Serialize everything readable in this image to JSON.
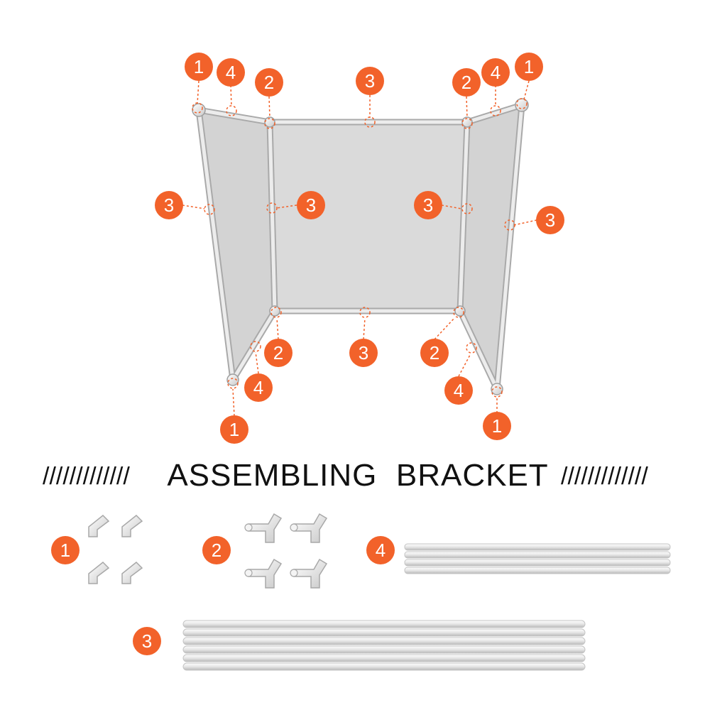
{
  "title": "ASSEMBLING  BRACKET",
  "title_decoration": "/////////////",
  "labels": {
    "corner_joint": "1",
    "tee_joint": "2",
    "long_pipe": "3",
    "short_pipe": "4"
  },
  "colors": {
    "badge": "#f2622a",
    "leader": "#f2622a",
    "panel": "#d9d9d9",
    "frame": "#e8e8e8",
    "frame_edge": "#a9a9a9",
    "title": "#111111"
  },
  "icons": {
    "corner_joint": "elbow-connector-icon",
    "tee_joint": "tee-connector-icon",
    "pipe": "pipe-icon"
  },
  "parts_counts": {
    "corner_joint": 4,
    "tee_joint": 4,
    "short_pipe": 4,
    "long_pipe": 6
  }
}
